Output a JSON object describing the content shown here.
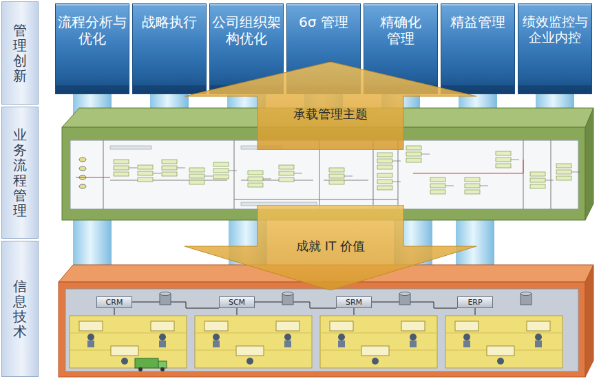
{
  "diagram": {
    "nodes": [
      {
        "text": [
          "管理创新"
        ]
      },
      {
        "text": [
          "流程分析与优化"
        ]
      },
      {
        "text": [
          "战略执行"
        ]
      },
      {
        "text": [
          "公司组织架构优化"
        ]
      },
      {
        "text": [
          "6σ 管理"
        ]
      },
      {
        "text": [
          "精确化管理"
        ]
      },
      {
        "text": [
          "精益管理"
        ]
      },
      {
        "text": [
          "绩效监控与企业内控"
        ]
      },
      {
        "text": [
          "承载管理主题"
        ]
      },
      {
        "text": [
          "业务流程管理"
        ]
      },
      {
        "text": [
          "成就 IT 价值"
        ]
      },
      {
        "text": [
          "信息技术"
        ]
      },
      {
        "text": [
          "CRM"
        ]
      },
      {
        "text": [
          "SCM"
        ]
      },
      {
        "text": [
          "SRM"
        ]
      },
      {
        "text": [
          "ERP"
        ]
      }
    ]
  }
}
